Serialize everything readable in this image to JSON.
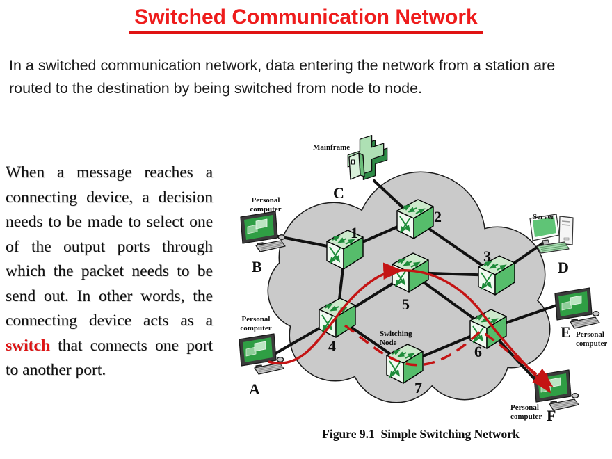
{
  "slide": {
    "title": "Switched Communication Network",
    "intro": "In a switched communication network, data entering the network from a station are routed to the destination by being switched from node to node.",
    "body_text": {
      "before": "When a message reaches a connecting device, a decision needs to be made to select one of the output ports through which the packet needs to be send out. In other words, the connecting device acts as a ",
      "highlight": "switch",
      "after": " that connects one port to another port."
    },
    "caption": "Figure 9.1  Simple Switching Network"
  },
  "diagram": {
    "mainframe_label": "Mainframe",
    "server_label": "Server",
    "personal_computer": {
      "line1": "Personal",
      "line2": "computer"
    },
    "switching_node": {
      "line1": "Switching",
      "line2": "Node"
    },
    "stations": {
      "a": "A",
      "b": "B",
      "c": "C",
      "d": "D",
      "e": "E",
      "f": "F"
    },
    "node_labels": [
      "1",
      "2",
      "3",
      "4",
      "5",
      "6",
      "7"
    ],
    "links": [
      [
        "B",
        "1"
      ],
      [
        "C",
        "2"
      ],
      [
        "1",
        "2"
      ],
      [
        "2",
        "3"
      ],
      [
        "3",
        "D"
      ],
      [
        "1",
        "4"
      ],
      [
        "4",
        "5"
      ],
      [
        "5",
        "3"
      ],
      [
        "5",
        "6"
      ],
      [
        "4",
        "7"
      ],
      [
        "7",
        "6"
      ],
      [
        "6",
        "E"
      ],
      [
        "6",
        "F"
      ],
      [
        "A",
        "4"
      ]
    ],
    "routes": {
      "solid_red_path": "A → 4 → 5 → 6 → F",
      "dashed_red_path": "4 → 7 → 6 → F"
    },
    "icons": {
      "switch_node": "green isometric cube with crossing arrows",
      "mainframe": "green cross-shaped cabinet",
      "personal_computer": "monitor with keyboard and mouse",
      "server": "monitor with tower and keyboard",
      "cloud": "network cloud"
    },
    "colors": {
      "accent_red": "#ee1c1c",
      "route_red": "#c41414",
      "cloud_gray": "#cacaca",
      "node_green_side": "#56bd6b",
      "node_green_top": "#cde9cc",
      "arrow_green": "#1e8c3a"
    }
  }
}
